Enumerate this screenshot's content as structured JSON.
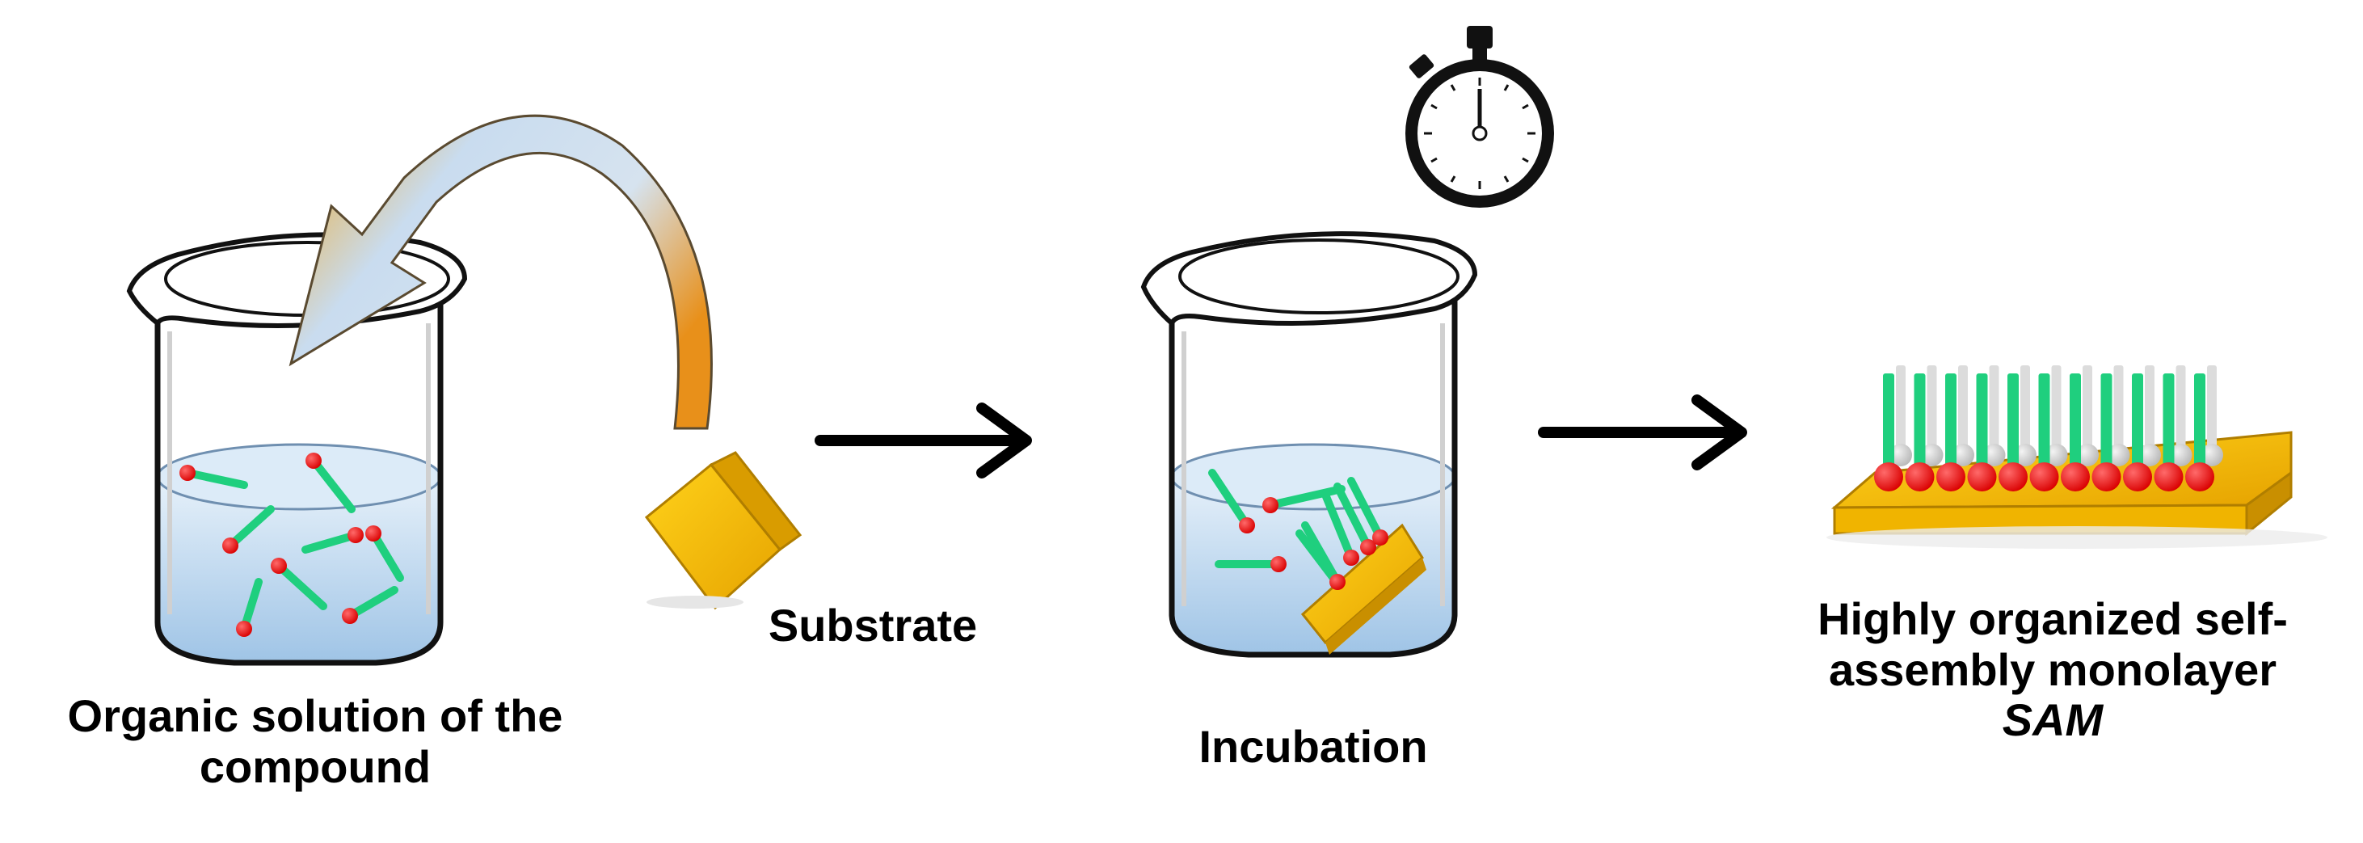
{
  "labels": {
    "solution": [
      "Organic solution of the",
      "compound"
    ],
    "substrate": "Substrate",
    "incubation": "Incubation",
    "sam": [
      "Highly organized self-",
      "assembly monolayer",
      "SAM"
    ]
  },
  "colors": {
    "liquid_top": "#eef5fc",
    "liquid_bottom": "#a9cbea",
    "molecule_tail": "#1fcf7e",
    "molecule_head": "#e81515",
    "substrate": "#f2b600",
    "substrate_dark": "#c98f00",
    "arrow": "#000000",
    "curved_arrow_start": "#b8d3ee",
    "curved_arrow_end": "#f0a21a"
  },
  "icons": [
    "beaker-icon",
    "stopwatch-icon",
    "curved-arrow-icon",
    "substrate-cube-icon",
    "process-arrow-icon"
  ]
}
